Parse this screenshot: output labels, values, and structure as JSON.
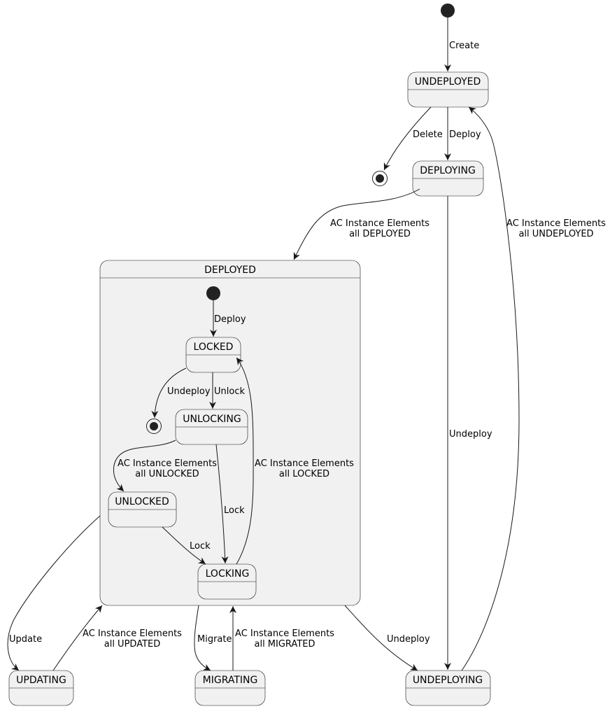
{
  "states": {
    "undeployed": "UNDEPLOYED",
    "deploying": "DEPLOYING",
    "deployed": "DEPLOYED",
    "locked": "LOCKED",
    "unlocking": "UNLOCKING",
    "unlocked": "UNLOCKED",
    "locking": "LOCKING",
    "updating": "UPDATING",
    "migrating": "MIGRATING",
    "undeploying": "UNDEPLOYING"
  },
  "transitions": {
    "create": "Create",
    "delete": "Delete",
    "deploy": "Deploy",
    "deployed_1": "AC Instance Elements",
    "deployed_2": "all DEPLOYED",
    "undeployed_1": "AC Instance Elements",
    "undeployed_2": "all UNDEPLOYED",
    "undeploy_from_deploying": "Undeploy",
    "inner_deploy": "Deploy",
    "inner_undeploy": "Undeploy",
    "unlock": "Unlock",
    "unlocked_1": "AC Instance Elements",
    "unlocked_2": "all UNLOCKED",
    "locked_1": "AC Instance Elements",
    "locked_2": "all LOCKED",
    "lock_from_unlocking": "Lock",
    "lock_from_unlocked": "Lock",
    "update": "Update",
    "updated_1": "AC Instance Elements",
    "updated_2": "all UPDATED",
    "migrate": "Migrate",
    "migrated_1": "AC Instance Elements",
    "migrated_2": "all MIGRATED",
    "undeploy_from_deployed": "Undeploy"
  }
}
